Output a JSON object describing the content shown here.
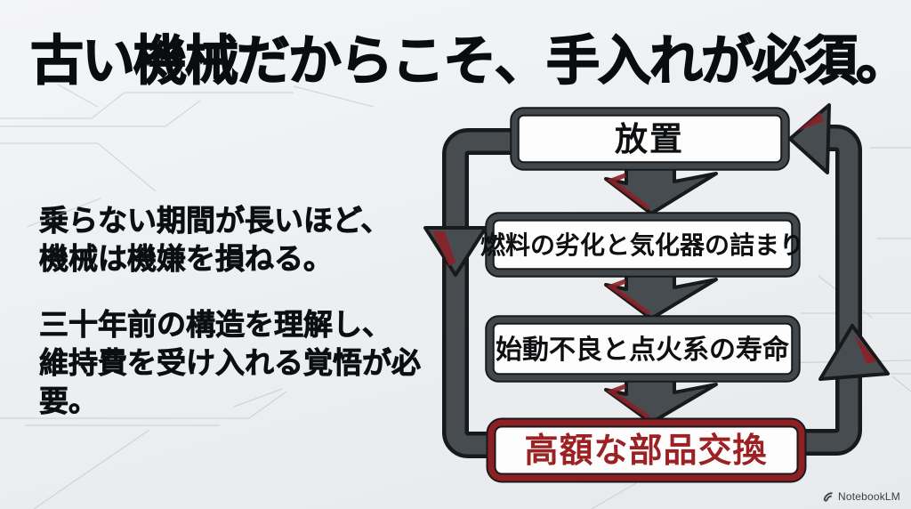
{
  "slide": {
    "title": "古い機械だからこそ、手入れが必須。",
    "paragraphs": [
      {
        "lines": [
          "乗らない期間が長いほど、",
          "機械は機嫌を損ねる。"
        ]
      },
      {
        "lines": [
          "三十年前の構造を理解し、",
          "維持費を受け入れる覚悟が必要。"
        ]
      }
    ]
  },
  "flowchart": {
    "nodes": [
      {
        "id": "neglect",
        "label": "放置",
        "emphasis": "normal"
      },
      {
        "id": "fuel",
        "label": "燃料の劣化と気化器の詰まり",
        "emphasis": "normal"
      },
      {
        "id": "ignition",
        "label": "始動不良と点火系の寿命",
        "emphasis": "normal"
      },
      {
        "id": "parts",
        "label": "高額な部品交換",
        "emphasis": "danger"
      }
    ],
    "edges": [
      {
        "from": "neglect",
        "to": "fuel",
        "style": "block-down-arrow"
      },
      {
        "from": "fuel",
        "to": "ignition",
        "style": "block-down-arrow"
      },
      {
        "from": "ignition",
        "to": "parts",
        "style": "block-down-arrow"
      },
      {
        "from": "neglect",
        "to": "parts",
        "style": "left-loop-down"
      },
      {
        "from": "parts",
        "to": "neglect",
        "style": "right-loop-up"
      }
    ]
  },
  "watermark": {
    "brand": "NotebookLM"
  },
  "colors": {
    "background": "#edeff1",
    "arrow_fill": "#474c50",
    "arrow_outline": "#17191b",
    "box_border": "#42474b",
    "box_fill": "#fdfdfe",
    "danger_border": "#8e2023",
    "danger_text": "#9b2123",
    "accent_red": "#8b2027",
    "text": "#0d0e10",
    "trace_line": "#b9bfc7"
  }
}
